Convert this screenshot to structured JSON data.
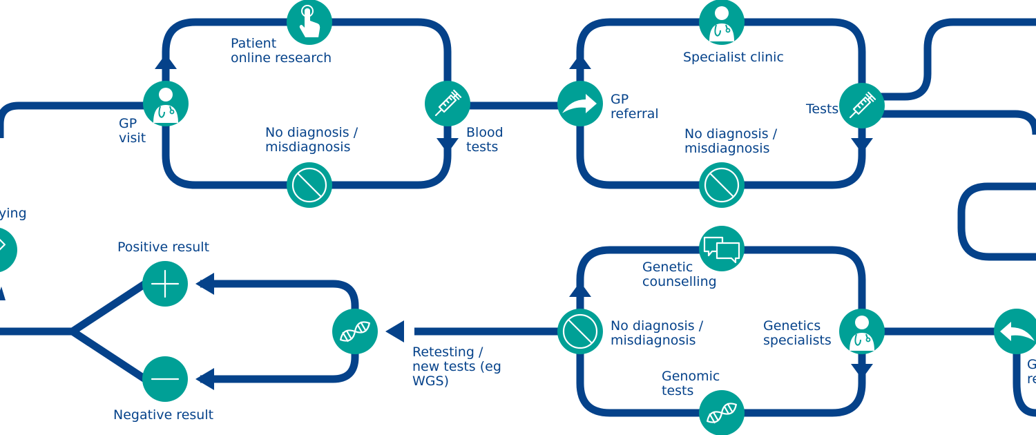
{
  "colors": {
    "track": "#05428a",
    "node": "#00a096",
    "text": "#05428a",
    "icon": "#ffffff",
    "background": "#ffffff"
  },
  "labels": {
    "patient_online_research": "Patient\nonline research",
    "gp_visit": "GP\nvisit",
    "no_diagnosis_1": "No diagnosis /\nmisdiagnosis",
    "blood_tests": "Blood\ntests",
    "gp_referral": "GP\nreferral",
    "specialist_clinic": "Specialist clinic",
    "no_diagnosis_2": "No diagnosis /\nmisdiagnosis",
    "tests": "Tests",
    "partial_left": "ying",
    "positive_result": "Positive result",
    "negative_result": "Negative result",
    "retesting": "Retesting /\nnew tests (eg\nWGS)",
    "genetic_counselling": "Genetic\ncounselling",
    "no_diagnosis_3": "No diagnosis /\nmisdiagnosis",
    "genomic_tests": "Genomic\ntests",
    "genetics_specialists": "Genetics\nspecialists",
    "partial_right": "G\nre"
  },
  "nodes": [
    {
      "id": "gp-visit",
      "icon": "doctor-icon"
    },
    {
      "id": "patient-online-research",
      "icon": "hand-pointer-icon"
    },
    {
      "id": "no-diagnosis-1",
      "icon": "prohibited-icon"
    },
    {
      "id": "blood-tests",
      "icon": "syringe-icon"
    },
    {
      "id": "gp-referral",
      "icon": "arrow-right-curved-icon"
    },
    {
      "id": "specialist-clinic",
      "icon": "doctor-icon"
    },
    {
      "id": "no-diagnosis-2",
      "icon": "prohibited-icon"
    },
    {
      "id": "tests",
      "icon": "syringe-icon"
    },
    {
      "id": "genetic-counselling",
      "icon": "speech-bubbles-icon"
    },
    {
      "id": "no-diagnosis-3",
      "icon": "prohibited-icon"
    },
    {
      "id": "genomic-tests",
      "icon": "dna-icon"
    },
    {
      "id": "genetics-specialists",
      "icon": "doctor-icon"
    },
    {
      "id": "return-referral",
      "icon": "arrow-left-curved-icon"
    },
    {
      "id": "retesting",
      "icon": "dna-icon"
    },
    {
      "id": "positive-result",
      "icon": "plus-icon"
    },
    {
      "id": "negative-result",
      "icon": "minus-icon"
    },
    {
      "id": "partial-left",
      "icon": "syringe-icon"
    }
  ]
}
